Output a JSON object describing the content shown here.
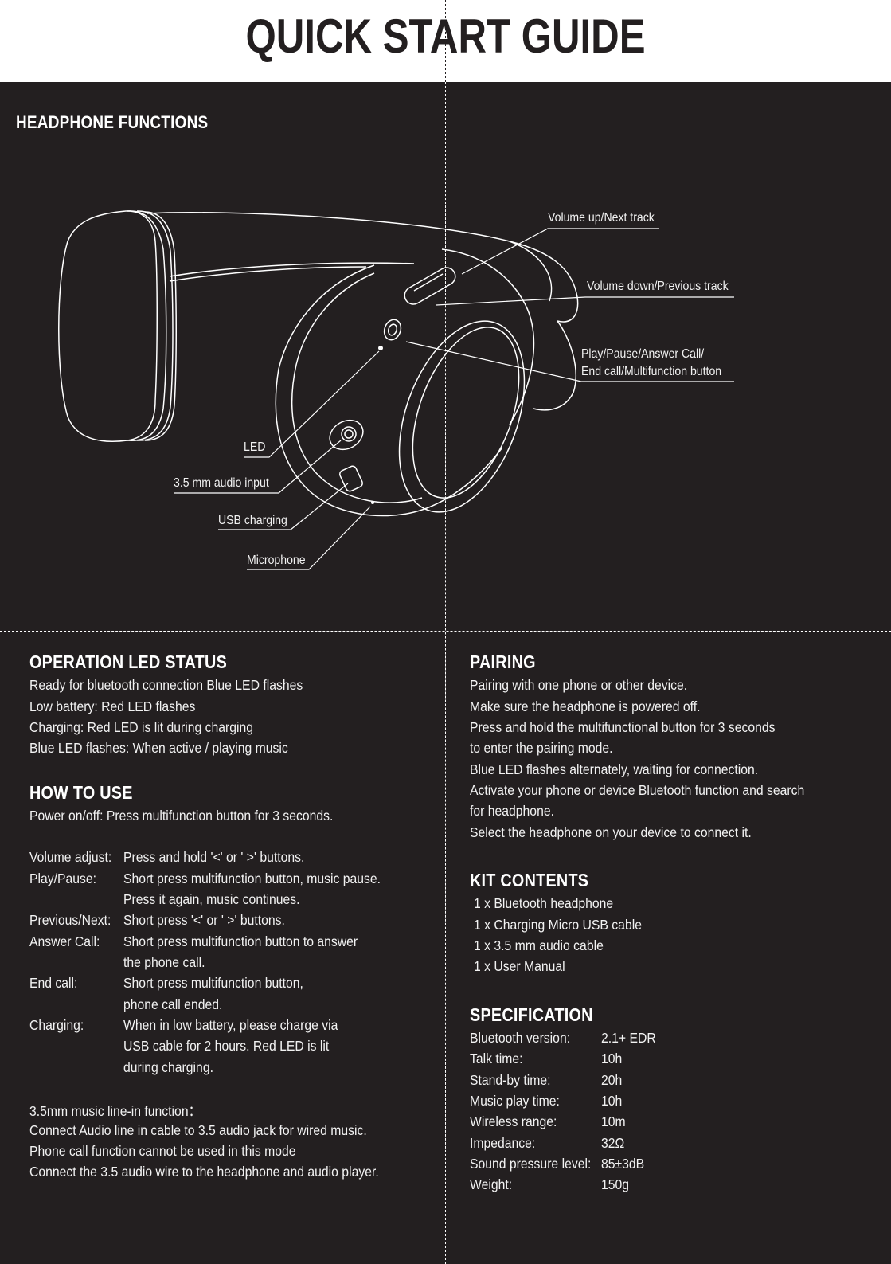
{
  "header": {
    "title": "QUICK START GUIDE"
  },
  "functions": {
    "heading": "HEADPHONE FUNCTIONS",
    "labels": {
      "volume_up": "Volume up/Next track",
      "volume_down": "Volume down/Previous track",
      "play_line1": "Play/Pause/Answer Call/",
      "play_line2": "End call/Multifunction button",
      "led": "LED",
      "audio_input": "3.5 mm audio input",
      "usb": "USB charging",
      "mic": "Microphone"
    }
  },
  "led_status": {
    "heading": "OPERATION LED STATUS",
    "lines": [
      "Ready for bluetooth connection Blue LED flashes",
      "Low battery: Red LED flashes",
      "Charging: Red LED is lit during charging",
      "Blue LED flashes: When active / playing music"
    ]
  },
  "how_to_use": {
    "heading": "HOW TO USE",
    "power": "Power on/off: Press multifunction button for 3 seconds.",
    "rows": [
      {
        "label": "Volume adjust:",
        "text": "Press and hold '<' or ' >' buttons."
      },
      {
        "label": "Play/Pause:",
        "text": "Short press multifunction button, music pause."
      },
      {
        "label": "",
        "text": "Press it again, music continues."
      },
      {
        "label": "Previous/Next:",
        "text": "Short press '<' or ' >' buttons."
      },
      {
        "label": "Answer Call:",
        "text": "Short press multifunction button to answer"
      },
      {
        "label": "",
        "text": "the phone call."
      },
      {
        "label": "End call:",
        "text": "Short press multifunction button,"
      },
      {
        "label": "",
        "text": "phone call ended."
      },
      {
        "label": "Charging:",
        "text": "When in low battery, please charge via"
      },
      {
        "label": "",
        "text": "USB cable for 2 hours. Red LED is lit"
      },
      {
        "label": "",
        "text": "during charging."
      }
    ],
    "linein_title": "3.5mm music line-in function：",
    "linein": [
      "Connect Audio line in cable to 3.5 audio jack for wired music.",
      "Phone call function cannot be used in this mode",
      "Connect the 3.5 audio wire to the headphone and audio player."
    ]
  },
  "pairing": {
    "heading": "PAIRING",
    "lines": [
      "Pairing with one phone or other device.",
      "Make sure the headphone is powered off.",
      "Press and hold the multifunctional button for 3 seconds",
      "to enter the pairing mode.",
      "Blue LED flashes alternately, waiting for connection.",
      "Activate your phone or device Bluetooth function and search",
      "for headphone.",
      "Select the headphone on your device to connect it."
    ]
  },
  "kit": {
    "heading": "KIT CONTENTS",
    "items": [
      "1 x Bluetooth headphone",
      "1 x Charging Micro USB cable",
      "1 x 3.5 mm audio cable",
      "1 x User Manual"
    ]
  },
  "spec": {
    "heading": "SPECIFICATION",
    "rows": [
      {
        "label": "Bluetooth version:",
        "value": "2.1+ EDR"
      },
      {
        "label": "Talk time:",
        "value": "10h"
      },
      {
        "label": "Stand-by time:",
        "value": "20h"
      },
      {
        "label": "Music play time:",
        "value": "10h"
      },
      {
        "label": "Wireless range:",
        "value": "10m"
      },
      {
        "label": "Impedance:",
        "value": "32Ω"
      },
      {
        "label": "Sound pressure level:",
        "value": "85±3dB"
      },
      {
        "label": "Weight:",
        "value": "150g"
      }
    ]
  },
  "colors": {
    "background": "#231f20",
    "text": "#ffffff",
    "header_bg": "#ffffff"
  }
}
